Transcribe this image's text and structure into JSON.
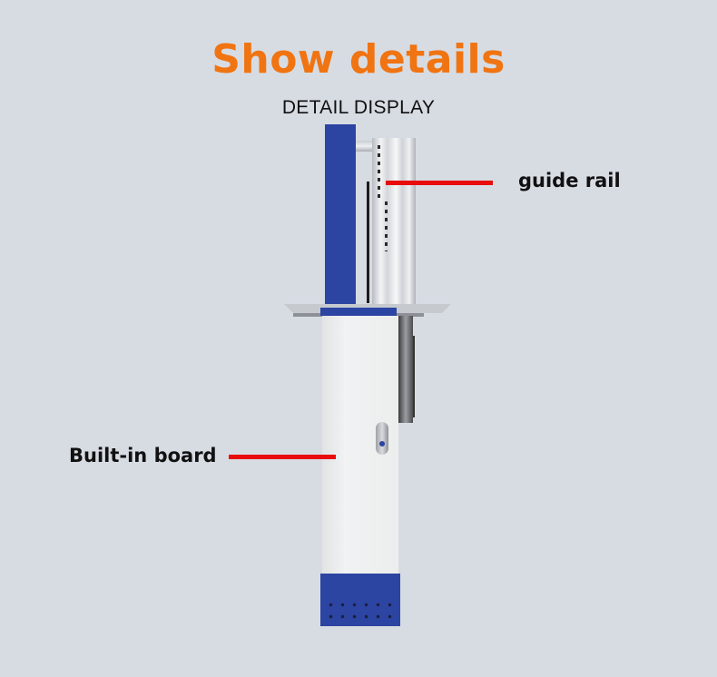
{
  "header": {
    "title": "Show details",
    "subtitle": "DETAIL DISPLAY"
  },
  "colors": {
    "title": "#f07412",
    "background": "#d7dce3",
    "pointer": "#e80c0c",
    "cabinet_blue": "#2d44a0",
    "cabinet_white": "#ecedee"
  },
  "callouts": [
    {
      "label": "guide rail"
    },
    {
      "label": "Built-in board"
    }
  ]
}
